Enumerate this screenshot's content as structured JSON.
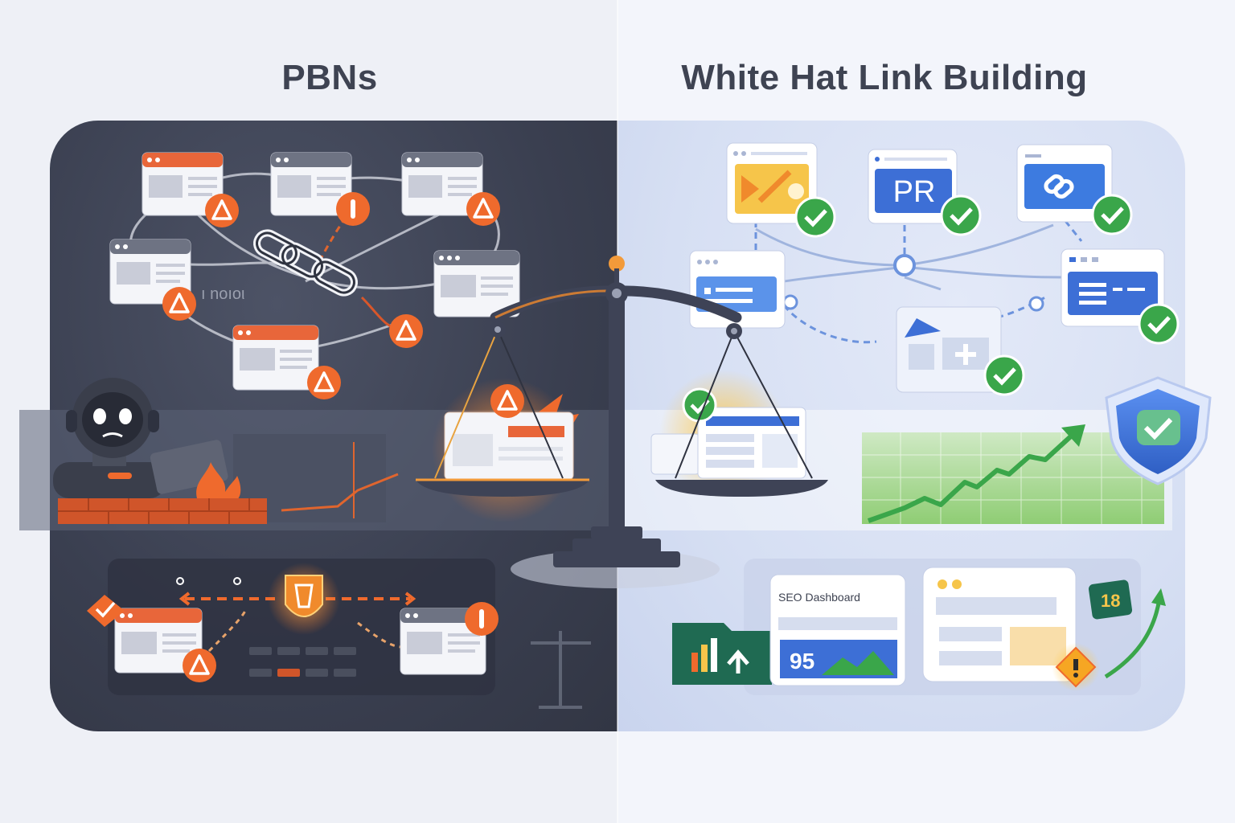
{
  "titles": {
    "left": "PBNs",
    "right": "White Hat Link Building"
  },
  "labels": {
    "pr_card": "PR",
    "watermark": "ı noıoι",
    "seo_dashboard": "SEO Dashboard",
    "score": "95",
    "calendar_day": "18"
  },
  "colors": {
    "dark_panel": "#3a3f50",
    "light_panel": "#d6dff3",
    "warning_orange": "#ef6a2d",
    "check_green": "#3aa64a",
    "brand_blue": "#3d6fd6"
  }
}
